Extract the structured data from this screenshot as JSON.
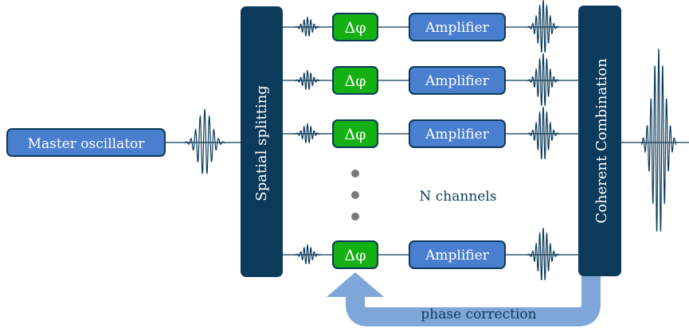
{
  "diagram": {
    "master": "Master oscillator",
    "splitter": "Spatial splitting",
    "combiner": "Coherent Combination",
    "phase_shifter": "Δφ",
    "amplifier": "Amplifier",
    "channels_note": "N channels",
    "feedback": "phase correction",
    "channel_count_drawn": 4
  },
  "colors": {
    "dark_navy": "#0b3a5a",
    "amp_blue": "#4a7fd0",
    "phase_green": "#14b014",
    "feedback_arrow": "#7fa6d9",
    "dots": "#7a7a7a"
  }
}
